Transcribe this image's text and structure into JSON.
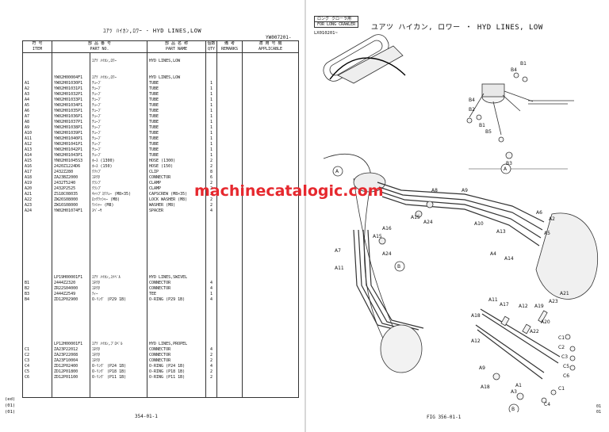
{
  "left_page": {
    "title": "ﾕｱﾂ ﾊｲｶﾝ,ﾛﾜｰ ･ HYD LINES,LOW",
    "ref_code": "YW007201-",
    "headers": {
      "item_jp": "符 号",
      "item": "ITEM",
      "part_no_jp": "部 品 番 号",
      "part_no": "PART NO.",
      "name_jp": "部 品 名 称",
      "name_en_jp": "部 品 名 称",
      "name": "PART NAME",
      "qty_jp": "個数",
      "qty": "QTY",
      "remarks_jp": "備 考",
      "remarks": "REMARKS",
      "applicable_jp": "適 用 号 機",
      "applicable": "APPLICABLE"
    },
    "rows": [
      {
        "item": "",
        "part": "",
        "jp": "",
        "name": "",
        "qty": ""
      },
      {
        "item": "",
        "part": "",
        "jp": "ﾕｱﾂ ﾊｲｶﾝ,ﾛﾜｰ",
        "name": "HYD LINES,LOW",
        "qty": ""
      },
      {
        "item": "",
        "part": "",
        "jp": "",
        "name": "",
        "qty": ""
      },
      {
        "item": "",
        "part": "",
        "jp": "",
        "name": "",
        "qty": ""
      },
      {
        "item": "",
        "part": "YW02H00004F1",
        "jp": "ﾕｱﾂ ﾊｲｶﾝ,ﾛﾜｰ",
        "name": "HYD LINES,LOW",
        "qty": ""
      },
      {
        "item": "A1",
        "part": "YW02H01030P1",
        "jp": "ﾁｭｰﾌﾞ",
        "name": "TUBE",
        "qty": "1"
      },
      {
        "item": "A2",
        "part": "YW02H01031P1",
        "jp": "ﾁｭｰﾌﾞ",
        "name": "TUBE",
        "qty": "1"
      },
      {
        "item": "A3",
        "part": "YW02H01032P1",
        "jp": "ﾁｭｰﾌﾞ",
        "name": "TUBE",
        "qty": "1"
      },
      {
        "item": "A4",
        "part": "YW02H01033P1",
        "jp": "ﾁｭｰﾌﾞ",
        "name": "TUBE",
        "qty": "1"
      },
      {
        "item": "A5",
        "part": "YW02H01034P1",
        "jp": "ﾁｭｰﾌﾞ",
        "name": "TUBE",
        "qty": "1"
      },
      {
        "item": "A6",
        "part": "YW02H01035P1",
        "jp": "ﾁｭｰﾌﾞ",
        "name": "TUBE",
        "qty": "1"
      },
      {
        "item": "A7",
        "part": "YW02H01036P1",
        "jp": "ﾁｭｰﾌﾞ",
        "name": "TUBE",
        "qty": "1"
      },
      {
        "item": "A8",
        "part": "YW02H01037P1",
        "jp": "ﾁｭｰﾌﾞ",
        "name": "TUBE",
        "qty": "1"
      },
      {
        "item": "A9",
        "part": "YW02H01038P1",
        "jp": "ﾁｭｰﾌﾞ",
        "name": "TUBE",
        "qty": "1"
      },
      {
        "item": "A10",
        "part": "YW02H01039P1",
        "jp": "ﾁｭｰﾌﾞ",
        "name": "TUBE",
        "qty": "1"
      },
      {
        "item": "A11",
        "part": "YW02H01040P1",
        "jp": "ﾁｭｰﾌﾞ",
        "name": "TUBE",
        "qty": "1"
      },
      {
        "item": "A12",
        "part": "YW02H01041P1",
        "jp": "ﾁｭｰﾌﾞ",
        "name": "TUBE",
        "qty": "1"
      },
      {
        "item": "A13",
        "part": "YW02H01042P1",
        "jp": "ﾁｭｰﾌﾞ",
        "name": "TUBE",
        "qty": "1"
      },
      {
        "item": "A14",
        "part": "YW02H01043P1",
        "jp": "ﾁｭｰﾌﾞ",
        "name": "TUBE",
        "qty": "1"
      },
      {
        "item": "A15",
        "part": "YN02H01045S3",
        "jp": "ﾎｰｽ (1300)",
        "name": "HOSE (1300)",
        "qty": "2"
      },
      {
        "item": "A16",
        "part": "2420Z1224D6",
        "jp": "ﾎｰｽ (150)",
        "name": "HOSE (150)",
        "qty": "2"
      },
      {
        "item": "A17",
        "part": "2432Z280",
        "jp": "ｸﾘｯﾌﾟ",
        "name": "CLIP",
        "qty": "8"
      },
      {
        "item": "A18",
        "part": "ZA23BZ2000",
        "jp": "ｺﾈｸﾀ",
        "name": "CONNECTOR",
        "qty": "6"
      },
      {
        "item": "A19",
        "part": "2432T5240",
        "jp": "ｸﾗﾝﾌﾟ",
        "name": "CLAMP",
        "qty": "2"
      },
      {
        "item": "A20",
        "part": "2432P2525",
        "jp": "ｸﾗﾝﾌﾟ",
        "name": "CLAMP",
        "qty": "2"
      },
      {
        "item": "A21",
        "part": "ZS18C08035",
        "jp": "ｷｬｯﾌﾟｽｸﾘｭｰ (M8×35)",
        "name": "CAPSCREW (M8×35)",
        "qty": "2"
      },
      {
        "item": "A22",
        "part": "ZW26S08000",
        "jp": "ﾛｯｸﾜｯｼｬｰ (M8)",
        "name": "LOCK WASHER (M8)",
        "qty": "2"
      },
      {
        "item": "A23",
        "part": "ZW16S08000",
        "jp": "ﾜｯｼｬｰ (M8)",
        "name": "WASHER (M8)",
        "qty": "2"
      },
      {
        "item": "A24",
        "part": "YW02H01074F1",
        "jp": "ｽﾍﾟｰｻ",
        "name": "SPACER",
        "qty": "4"
      },
      {
        "item": "",
        "part": "",
        "jp": "",
        "name": "",
        "qty": ""
      },
      {
        "item": "",
        "part": "",
        "jp": "",
        "name": "",
        "qty": ""
      },
      {
        "item": "",
        "part": "",
        "jp": "",
        "name": "",
        "qty": ""
      },
      {
        "item": "",
        "part": "",
        "jp": "",
        "name": "",
        "qty": ""
      },
      {
        "item": "",
        "part": "",
        "jp": "",
        "name": "",
        "qty": ""
      },
      {
        "item": "",
        "part": "",
        "jp": "",
        "name": "",
        "qty": ""
      },
      {
        "item": "",
        "part": "",
        "jp": "",
        "name": "",
        "qty": ""
      },
      {
        "item": "",
        "part": "",
        "jp": "",
        "name": "",
        "qty": ""
      },
      {
        "item": "",
        "part": "",
        "jp": "",
        "name": "",
        "qty": ""
      },
      {
        "item": "",
        "part": "",
        "jp": "",
        "name": "",
        "qty": ""
      },
      {
        "item": "",
        "part": "",
        "jp": "",
        "name": "",
        "qty": ""
      },
      {
        "item": "",
        "part": "LP19H00001F1",
        "jp": "ﾕｱﾂ ﾊｲｶﾝ,ｽｲﾍﾞﾙ",
        "name": "HYD LINES,SWIVEL",
        "qty": ""
      },
      {
        "item": "B1",
        "part": "2444Z2320",
        "jp": "ｺﾈｸﾀ",
        "name": "CONNECTOR",
        "qty": "4"
      },
      {
        "item": "B2",
        "part": "ZR22S04000",
        "jp": "ｺﾈｸﾀ",
        "name": "CONNECTOR",
        "qty": "4"
      },
      {
        "item": "B3",
        "part": "2444Z2549",
        "jp": "ﾃｨｰ",
        "name": "TEE",
        "qty": "1"
      },
      {
        "item": "B4",
        "part": "ZD12P02900",
        "jp": "O-ﾘﾝｸﾞ (P29 1B)",
        "name": "O-RING (P29 1B)",
        "qty": "4"
      },
      {
        "item": "",
        "part": "",
        "jp": "",
        "name": "",
        "qty": ""
      },
      {
        "item": "",
        "part": "",
        "jp": "",
        "name": "",
        "qty": ""
      },
      {
        "item": "",
        "part": "",
        "jp": "",
        "name": "",
        "qty": ""
      },
      {
        "item": "",
        "part": "",
        "jp": "",
        "name": "",
        "qty": ""
      },
      {
        "item": "",
        "part": "",
        "jp": "",
        "name": "",
        "qty": ""
      },
      {
        "item": "",
        "part": "",
        "jp": "",
        "name": "",
        "qty": ""
      },
      {
        "item": "",
        "part": "",
        "jp": "",
        "name": "",
        "qty": ""
      },
      {
        "item": "",
        "part": "LP12H00001F1",
        "jp": "ﾕｱﾂ ﾊｲｶﾝ,ﾌﾟﾛﾍﾟﾙ",
        "name": "HYD LINES,PROPEL",
        "qty": ""
      },
      {
        "item": "C1",
        "part": "ZA23P22012",
        "jp": "ｺﾈｸﾀ",
        "name": "CONNECTOR",
        "qty": "4"
      },
      {
        "item": "C2",
        "part": "ZA23P22008",
        "jp": "ｺﾈｸﾀ",
        "name": "CONNECTOR",
        "qty": "2"
      },
      {
        "item": "C3",
        "part": "ZA23F10004",
        "jp": "ｺﾈｸﾀ",
        "name": "CONNECTOR",
        "qty": "2"
      },
      {
        "item": "C4",
        "part": "ZD12P02400",
        "jp": "O-ﾘﾝｸﾞ (P24 1B)",
        "name": "O-RING (P24 1B)",
        "qty": "4"
      },
      {
        "item": "C5",
        "part": "ZD12P01800",
        "jp": "O-ﾘﾝｸﾞ (P18 1B)",
        "name": "O-RING (P18 1B)",
        "qty": "2"
      },
      {
        "item": "C6",
        "part": "ZD12P01100",
        "jp": "O-ﾘﾝｸﾞ (P11 1B)",
        "name": "O-RING (P11 1B)",
        "qty": "2"
      },
      {
        "item": "",
        "part": "",
        "jp": "",
        "name": "",
        "qty": ""
      },
      {
        "item": "",
        "part": "",
        "jp": "",
        "name": "",
        "qty": ""
      },
      {
        "item": "",
        "part": "",
        "jp": "",
        "name": "",
        "qty": ""
      }
    ],
    "side_notes": [
      "(ed)",
      "(01)",
      "(01)"
    ],
    "page_number": "354-01-1"
  },
  "right_page": {
    "box_jp": "ロング クローラ用",
    "box_en": "FOR LONG CRAWLER",
    "serial": "LX010201~",
    "title": "ユアツ ハイカン, ロワー ・ HYD LINES, LOW",
    "fig_label": "FIG 356-01-1",
    "margin_codes": [
      "01",
      "01"
    ],
    "callouts": {
      "view_a": "A",
      "view_b": "B",
      "labels_top": [
        "B4",
        "B1",
        "B4",
        "B2",
        "B1",
        "B5",
        "B3"
      ],
      "labels_main": [
        "A8",
        "A9",
        "A6",
        "A2",
        "A5",
        "A10",
        "A13",
        "A4",
        "A14",
        "A15",
        "A24",
        "A16",
        "A7",
        "A11",
        "A24",
        "A15"
      ],
      "labels_b": [
        "A11",
        "A17",
        "A12",
        "A19",
        "A21",
        "A23",
        "A20",
        "A22",
        "A18",
        "A12",
        "A9",
        "A3",
        "A1",
        "A18",
        "C1",
        "C2",
        "C3",
        "C5",
        "C6",
        "C1",
        "C4"
      ]
    }
  },
  "watermark": "machinecatalogic.com"
}
